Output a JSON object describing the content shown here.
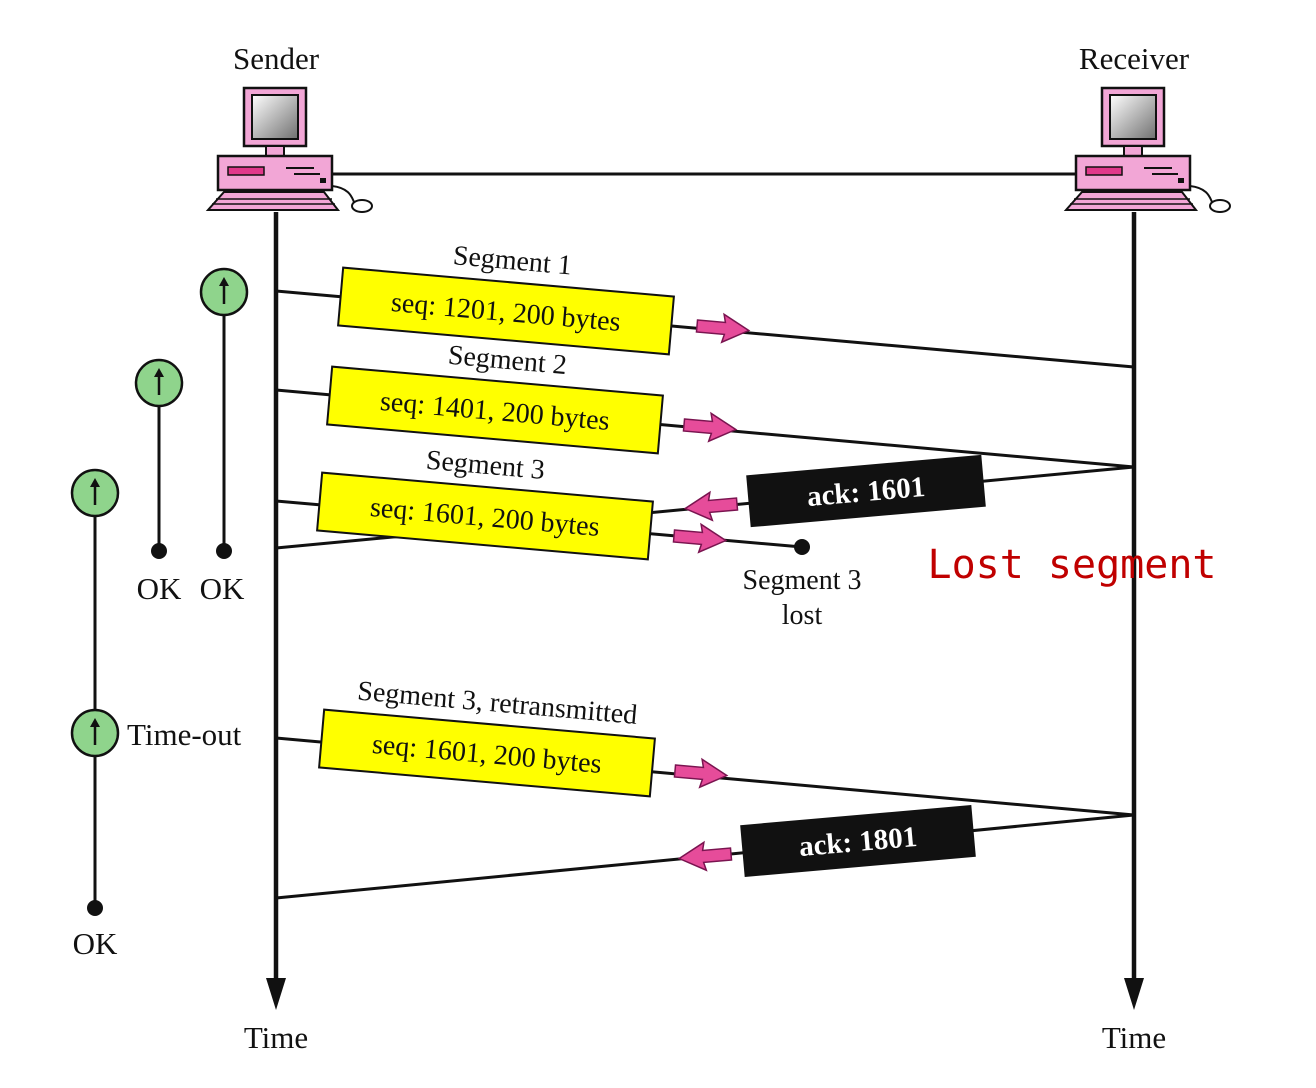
{
  "endpoints": {
    "sender": "Sender",
    "receiver": "Receiver",
    "time_left": "Time",
    "time_right": "Time"
  },
  "segments": [
    {
      "label": "Segment 1",
      "seq": "seq: 1201, 200 bytes"
    },
    {
      "label": "Segment 2",
      "seq": "seq: 1401, 200 bytes"
    },
    {
      "label": "Segment 3",
      "seq": "seq: 1601, 200 bytes"
    },
    {
      "label": "Segment 3, retransmitted",
      "seq": "seq: 1601, 200 bytes"
    }
  ],
  "acks": [
    "ack: 1601",
    "ack: 1801"
  ],
  "lost": {
    "line1": "Segment 3",
    "line2": "lost"
  },
  "annotation": "Lost segment",
  "timers": {
    "ok1": "OK",
    "ok2": "OK",
    "ok3": "OK",
    "timeout": "Time-out"
  },
  "colors": {
    "segment_box": "#ffff00",
    "ack_box": "#111111",
    "arrow": "#e64c9a",
    "timer": "#8fd48c",
    "computer": "#f2a6d6",
    "annotation": "#c00000"
  }
}
